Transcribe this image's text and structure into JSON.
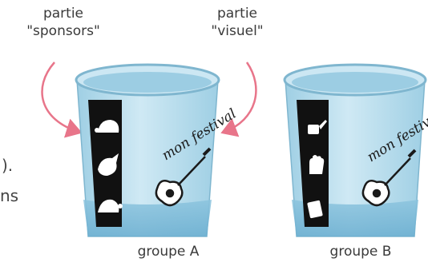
{
  "annotations": {
    "sponsors": {
      "line1": "partie",
      "line2": "\"sponsors\""
    },
    "visuel": {
      "line1": "partie",
      "line2": "\"visuel\""
    }
  },
  "cups": [
    {
      "id": "A",
      "caption": "groupe A",
      "brand_text": "mon festival",
      "sponsor_icons": [
        "hedgehog-icon",
        "bird-icon",
        "turtle-icon"
      ]
    },
    {
      "id": "B",
      "caption": "groupe B",
      "brand_text": "mon festival",
      "sponsor_icons": [
        "watering-can-icon",
        "glove-icon",
        "book-icon"
      ]
    }
  ],
  "edge_text": {
    "line1": ").",
    "line2": "ns"
  },
  "colors": {
    "cup_fill": "#b9dceb",
    "cup_dark": "#8fc4dc",
    "liquid": "#7ab8d6",
    "arrow": "#e8758a",
    "panel": "#111111"
  }
}
